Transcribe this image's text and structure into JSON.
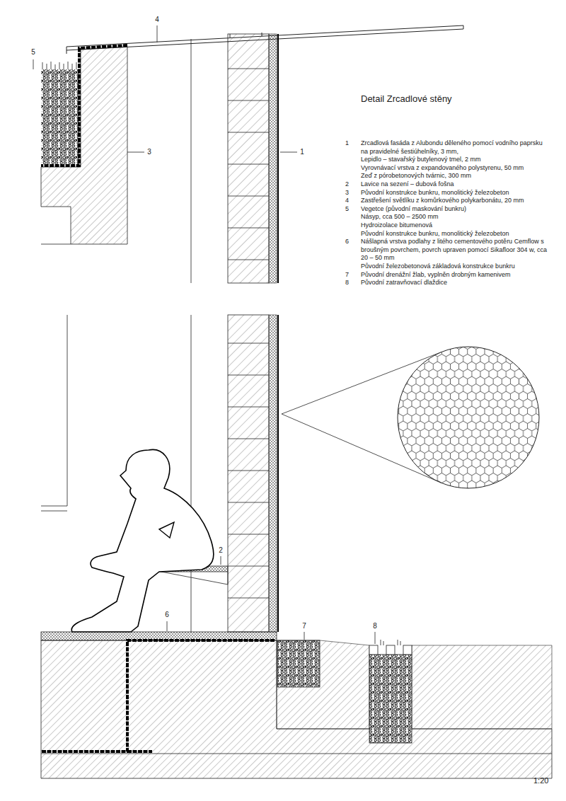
{
  "diagram": {
    "title": "Detail Zrcadlové stěny",
    "labels": [
      "4",
      "5",
      "3",
      "1",
      "2",
      "6",
      "7",
      "8",
      "1",
      "Zrcadlová fasáda z Alubondu děleného pomocí vodního paprsku na pravidelné šestiúhelníky, 3 mm,",
      "Lepidlo – stavařský butylenový tmel, 2 mm",
      "Vyrovnávací vrstva z expandovaného polystyrenu, 50 mm",
      "Zeď z pórobetonových tvárnic, 300 mm",
      "2",
      "Lavice na sezení – dubová fošna",
      "3",
      "Původní konstrukce bunkru, monolitický železobeton",
      "4",
      "Zastřešení světlíku z komůrkového polykarbonátu, 20 mm",
      "5",
      "Vegetce (původní maskování bunkru)",
      "Násyp, cca 500 – 2500 mm",
      "Hydroizolace bitumenová",
      "Původní konstrukce bunkru, monolitický železobeton",
      "6",
      "Nášlapná vrstva podlahy z litého cementového potěru Cemflow s broušným povrchem, povrch upraven pomocí Sikafloor 304 w, cca 20 – 50 mm",
      "Původní železobetonová základová konstrukce bunkru",
      "7",
      "Původní drenážní žlab, vyplněn drobným kamenivem",
      "8",
      "Původní zatravňovací dlaždice",
      "1:20"
    ]
  }
}
